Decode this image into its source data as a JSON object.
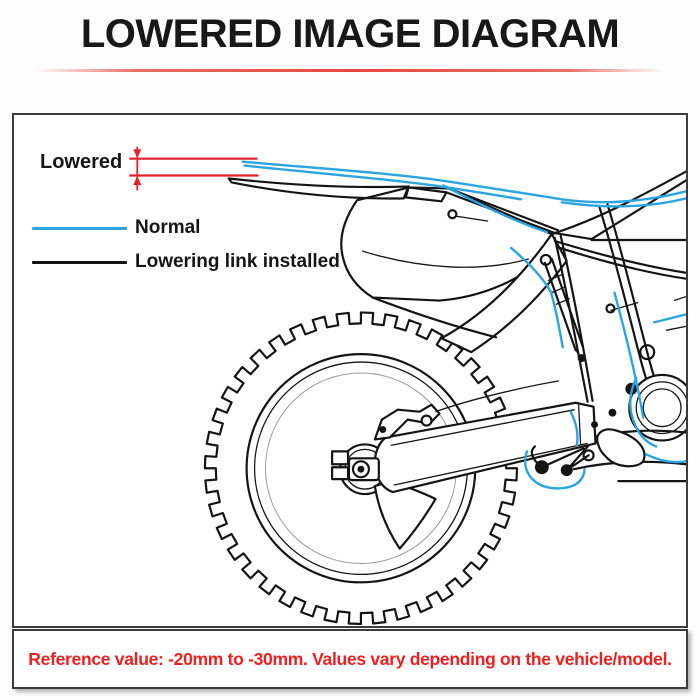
{
  "header": {
    "title": "LOWERED IMAGE DIAGRAM"
  },
  "diagram": {
    "dimension_label": "Lowered",
    "legend": [
      {
        "label": "Normal",
        "color": "#2AA5E1"
      },
      {
        "label": "Lowering link installed",
        "color": "#141414"
      }
    ]
  },
  "footer": {
    "reference_text": "Reference value: -20mm to -30mm. Values vary depending on the vehicle/model."
  },
  "colors": {
    "normal_line": "#2AA5E1",
    "lowered_line": "#141414",
    "dimension_red": "#E5202A",
    "reference_red": "#EF1F1F",
    "divider_red": "#E6483C",
    "panel_border": "#3C3C3C"
  }
}
